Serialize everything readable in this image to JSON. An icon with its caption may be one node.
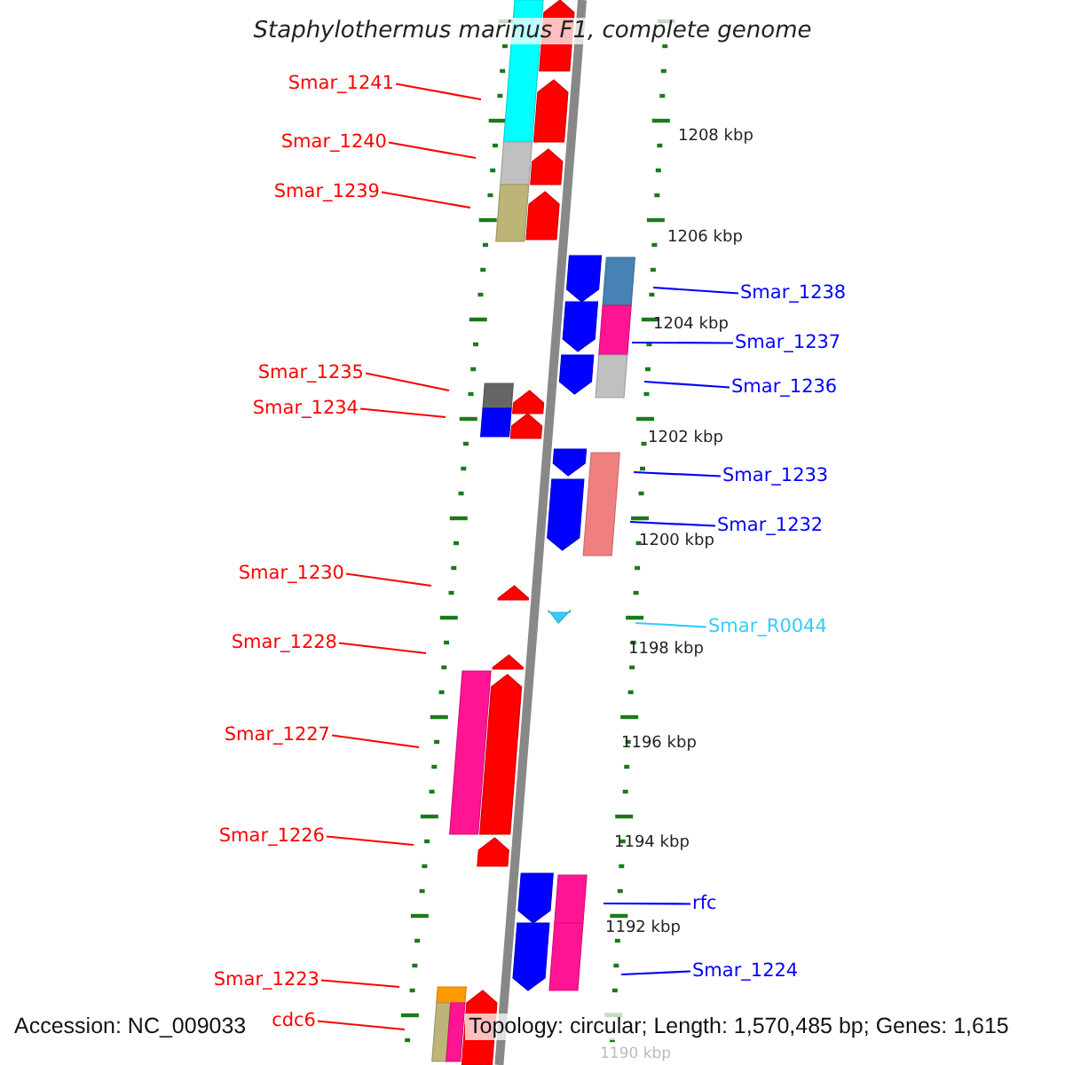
{
  "diagram": {
    "title": "Staphylothermus marinus F1, complete genome",
    "nodes": [
      {
        "text": [
          "Smar_1241"
        ]
      },
      {
        "text": [
          "Smar_1240"
        ]
      },
      {
        "text": [
          "Smar_1239"
        ]
      },
      {
        "text": [
          "Smar_1238"
        ]
      },
      {
        "text": [
          "Smar_1237"
        ]
      },
      {
        "text": [
          "Smar_1236"
        ]
      },
      {
        "text": [
          "Smar_1235"
        ]
      },
      {
        "text": [
          "Smar_1234"
        ]
      },
      {
        "text": [
          "Smar_1233"
        ]
      },
      {
        "text": [
          "Smar_1232"
        ]
      },
      {
        "text": [
          "Smar_1230"
        ]
      },
      {
        "text": [
          "Smar_R0044"
        ]
      },
      {
        "text": [
          "Smar_1228"
        ]
      },
      {
        "text": [
          "Smar_1227"
        ]
      },
      {
        "text": [
          "Smar_1226"
        ]
      },
      {
        "text": [
          "rfc"
        ]
      },
      {
        "text": [
          "Smar_1224"
        ]
      },
      {
        "text": [
          "Smar_1223"
        ]
      },
      {
        "text": [
          "cdc6"
        ]
      }
    ],
    "edges": [
      {
        "from": 0,
        "to": null,
        "arrow": "none"
      },
      {
        "from": 1,
        "to": null,
        "arrow": "none"
      },
      {
        "from": 2,
        "to": null,
        "arrow": "none"
      },
      {
        "from": 3,
        "to": null,
        "arrow": "none",
        "color": "#0000ff"
      },
      {
        "from": 4,
        "to": null,
        "arrow": "none",
        "color": "#0000ff"
      },
      {
        "from": 5,
        "to": null,
        "arrow": "none",
        "color": "#0000ff"
      },
      {
        "from": 6,
        "to": null,
        "arrow": "none"
      },
      {
        "from": 7,
        "to": null,
        "arrow": "none"
      },
      {
        "from": 8,
        "to": null,
        "arrow": "none",
        "color": "#0000ff"
      },
      {
        "from": 9,
        "to": null,
        "arrow": "none",
        "color": "#0000ff"
      },
      {
        "from": 10,
        "to": null,
        "arrow": "none"
      },
      {
        "from": 11,
        "to": null,
        "arrow": "none",
        "color": "#33ccff"
      },
      {
        "from": 12,
        "to": null,
        "arrow": "none"
      },
      {
        "from": 13,
        "to": null,
        "arrow": "none"
      },
      {
        "from": 14,
        "to": null,
        "arrow": "none"
      },
      {
        "from": 15,
        "to": null,
        "arrow": "none",
        "color": "#0000ff"
      },
      {
        "from": 16,
        "to": null,
        "arrow": "none",
        "color": "#0000ff"
      },
      {
        "from": 17,
        "to": null,
        "arrow": "none"
      },
      {
        "from": 18,
        "to": null,
        "arrow": "none"
      }
    ],
    "labels": [
      "1208 kbp",
      "1206 kbp",
      "1204 kbp",
      "1202 kbp",
      "1200 kbp",
      "1198 kbp",
      "1196 kbp",
      "1194 kbp",
      "1192 kbp",
      "Accession: NC_009033",
      "Topology: circular; Length: 1,570,485 bp; Genes: 1,615",
      "1190 kbp"
    ]
  }
}
